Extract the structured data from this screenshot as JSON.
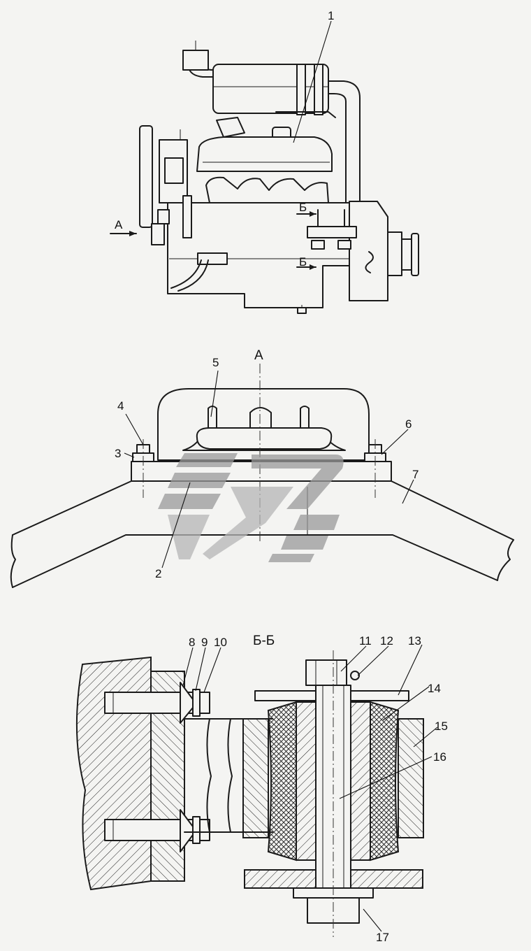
{
  "views": {
    "side_view": {
      "labels": {
        "part_1": "1",
        "view_arrow": "А",
        "section_top": "Б",
        "section_bottom": "Б"
      }
    },
    "view_a": {
      "title": "А",
      "labels": {
        "part_2": "2",
        "part_3": "3",
        "part_4": "4",
        "part_5": "5",
        "part_6": "6",
        "part_7": "7"
      }
    },
    "section_bb": {
      "title": "Б-Б",
      "labels": {
        "part_8": "8",
        "part_9": "9",
        "part_10": "10",
        "part_11": "11",
        "part_12": "12",
        "part_13": "13",
        "part_14": "14",
        "part_15": "15",
        "part_16": "16",
        "part_17": "17"
      }
    }
  },
  "colors": {
    "line": "#1a1a1a",
    "background": "#f4f4f2",
    "watermark": "#9a9a9a"
  }
}
